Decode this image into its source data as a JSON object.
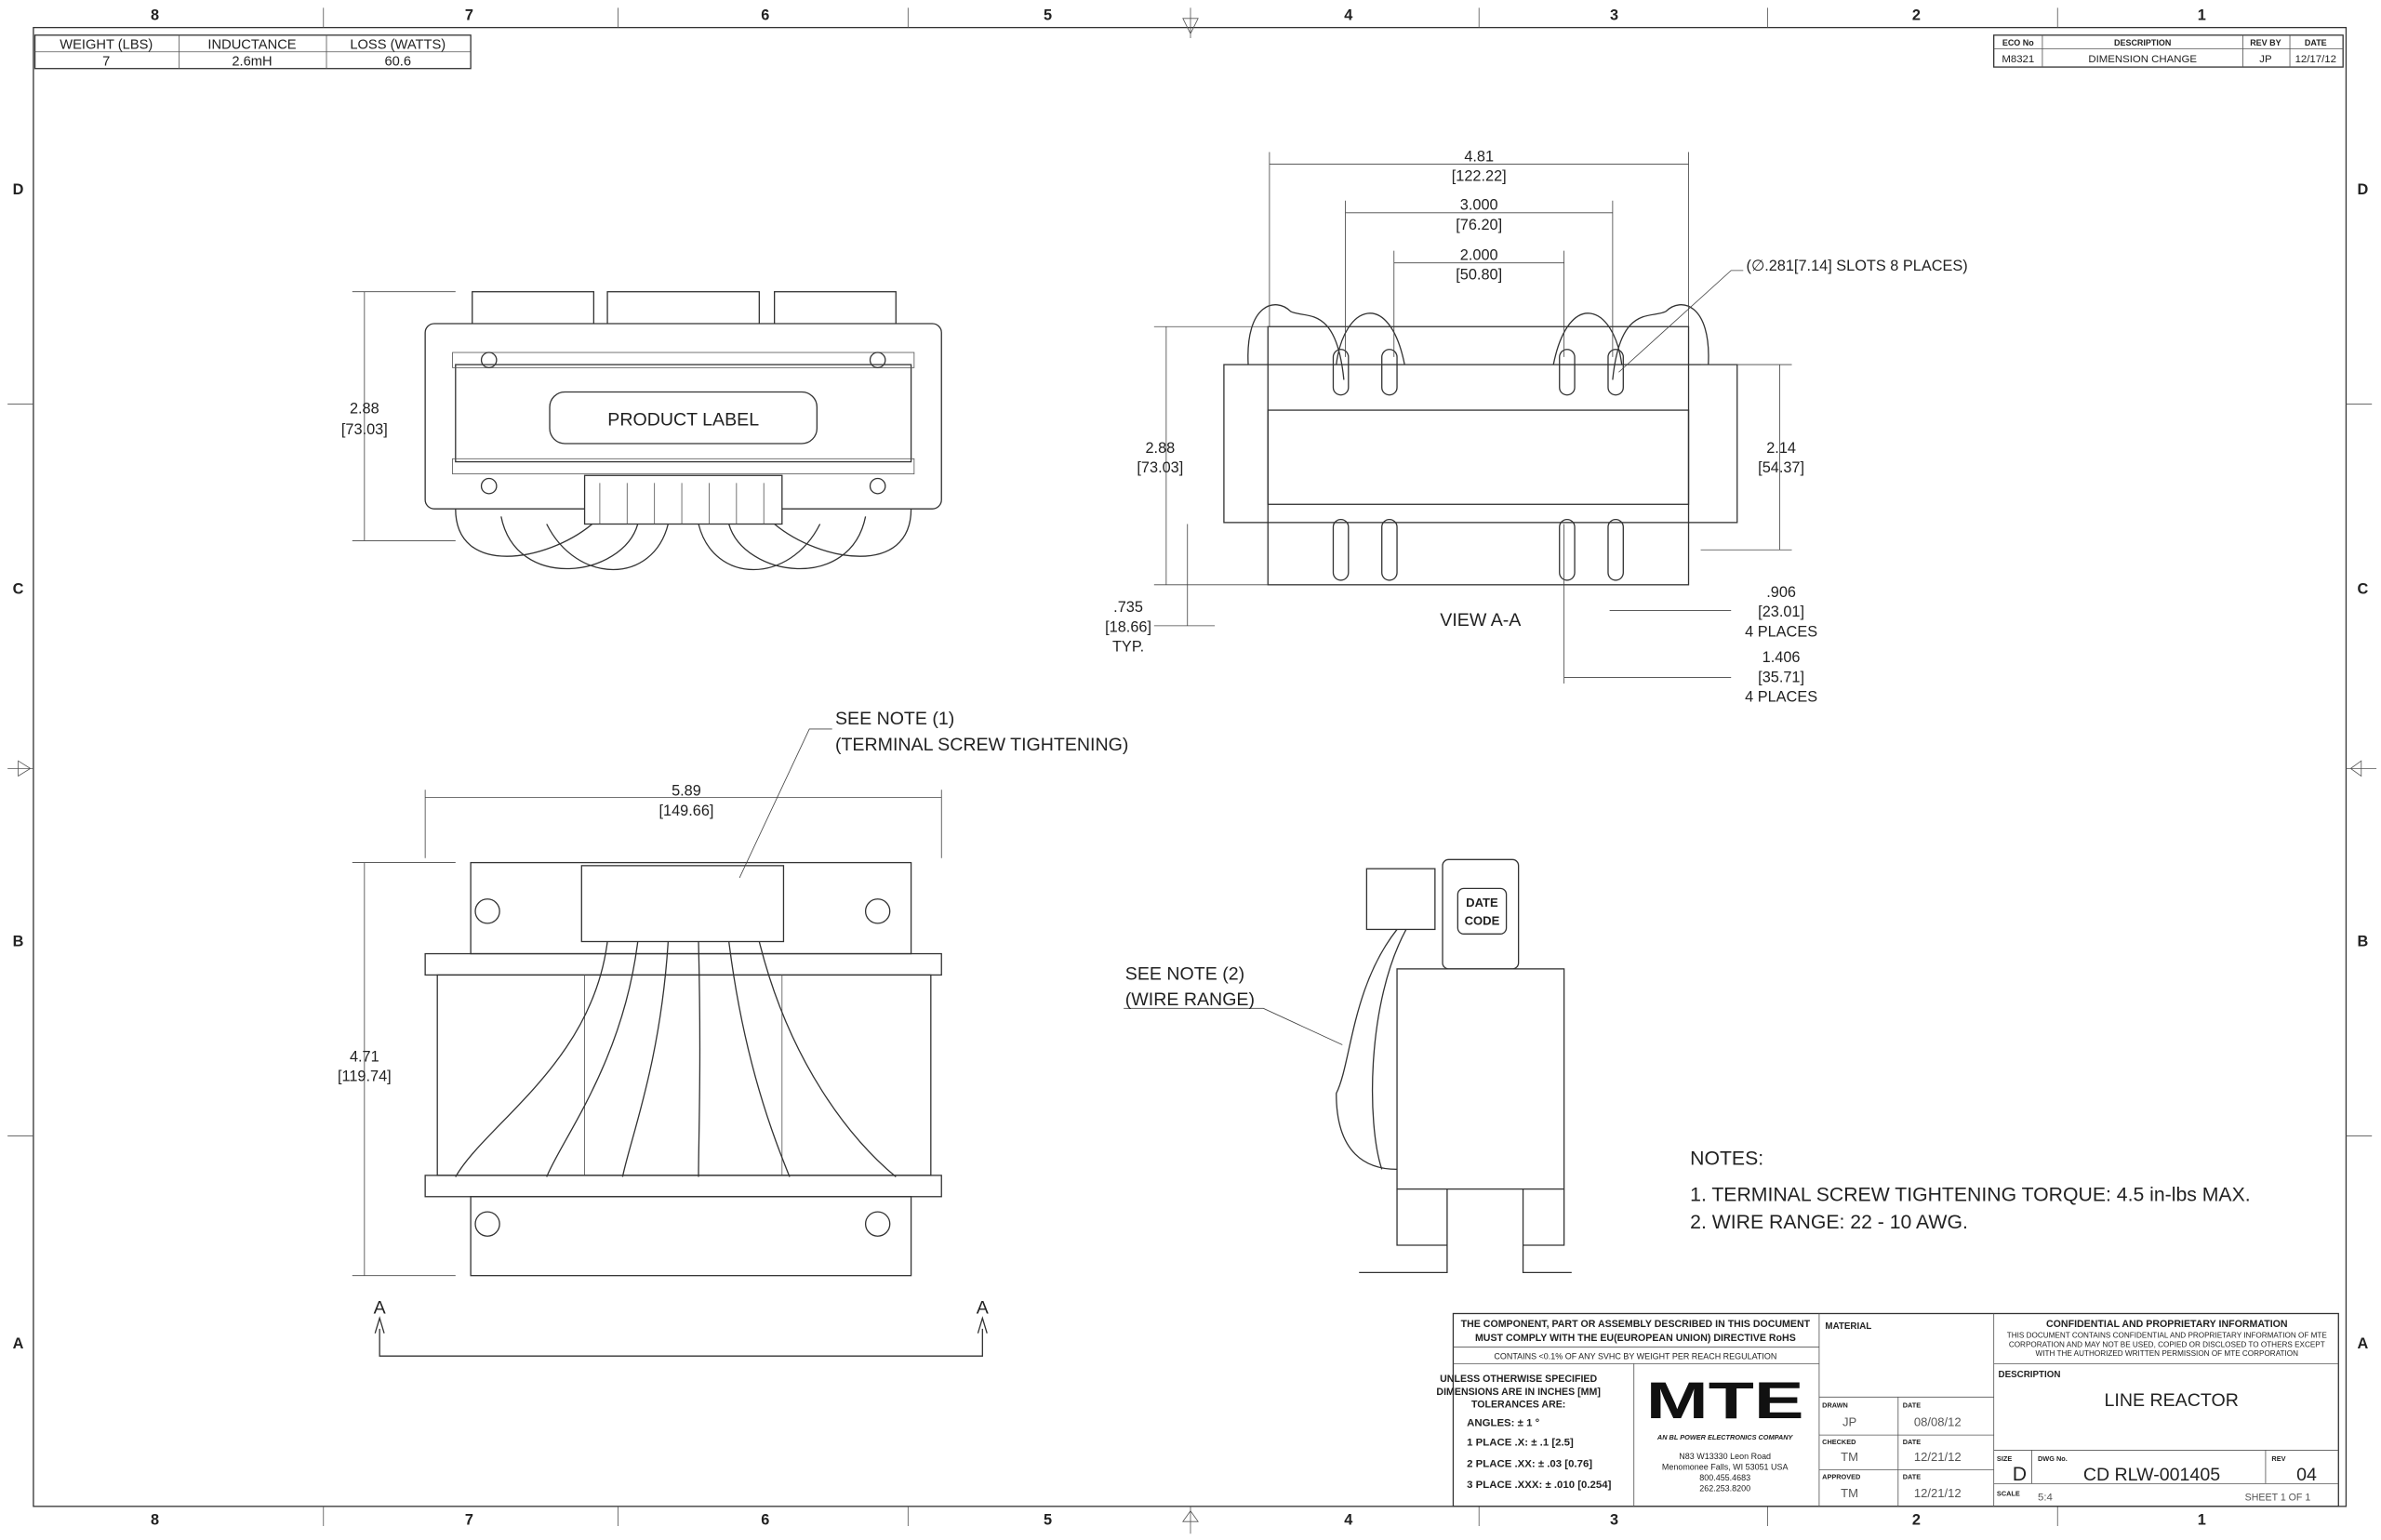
{
  "zones": {
    "cols": [
      "8",
      "7",
      "6",
      "5",
      "4",
      "3",
      "2",
      "1"
    ],
    "rows": [
      "D",
      "C",
      "B",
      "A"
    ]
  },
  "spec_table": {
    "headers": [
      "WEIGHT (LBS)",
      "INDUCTANCE",
      "LOSS (WATTS)"
    ],
    "values": [
      "7",
      "2.6mH",
      "60.6"
    ]
  },
  "revision_table": {
    "headers": [
      "ECO No",
      "DESCRIPTION",
      "REV BY",
      "DATE"
    ],
    "row": [
      "M8321",
      "DIMENSION CHANGE",
      "JP",
      "12/17/12"
    ]
  },
  "top_view": {
    "label": "PRODUCT LABEL",
    "height_in": "2.88",
    "height_mm": "[73.03]"
  },
  "view_aa": {
    "title": "VIEW A-A",
    "w1_in": "4.81",
    "w1_mm": "[122.22]",
    "w2_in": "3.000",
    "w2_mm": "[76.20]",
    "w3_in": "2.000",
    "w3_mm": "[50.80]",
    "slots": "(∅.281[7.14] SLOTS 8 PLACES)",
    "h_in": "2.88",
    "h_mm": "[73.03]",
    "h2_in": "2.14",
    "h2_mm": "[54.37]",
    "foot_in": ".735",
    "foot_mm": "[18.66]",
    "foot_note": "TYP.",
    "s1_in": ".906",
    "s1_mm": "[23.01]",
    "s1_note": "4 PLACES",
    "s2_in": "1.406",
    "s2_mm": "[35.71]",
    "s2_note": "4 PLACES"
  },
  "front_view": {
    "note1_a": "SEE NOTE (1)",
    "note1_b": "(TERMINAL SCREW TIGHTENING)",
    "w_in": "5.89",
    "w_mm": "[149.66]",
    "h_in": "4.71",
    "h_mm": "[119.74]",
    "section_label": "A"
  },
  "side_view": {
    "note2_a": "SEE NOTE (2)",
    "note2_b": "(WIRE RANGE)",
    "date_code_1": "DATE",
    "date_code_2": "CODE"
  },
  "notes": {
    "title": "NOTES:",
    "items": [
      "1.  TERMINAL SCREW TIGHTENING TORQUE: 4.5 in-lbs MAX.",
      "2.  WIRE RANGE: 22 - 10 AWG."
    ]
  },
  "title_block": {
    "rohs_1": "THE COMPONENT, PART OR ASSEMBLY DESCRIBED IN THIS DOCUMENT",
    "rohs_2": "MUST COMPLY WITH THE EU(EUROPEAN UNION) DIRECTIVE RoHS",
    "reach": "CONTAINS <0.1% OF ANY SVHC BY WEIGHT PER REACH REGULATION",
    "tol_1": "UNLESS OTHERWISE SPECIFIED",
    "tol_2": "DIMENSIONS ARE IN INCHES [MM]",
    "tol_3": "TOLERANCES ARE:",
    "angles": "ANGLES: ± 1 °",
    "place1": "1 PLACE .X: ± .1 [2.5]",
    "place2": "2 PLACE .XX: ± .03 [0.76]",
    "place3": "3 PLACE .XXX: ± .010 [0.254]",
    "logo": "MTE",
    "logo_sub": "AN BL POWER ELECTRONICS COMPANY",
    "address": [
      "N83 W13330 Leon Road",
      "Menomonee Falls, WI 53051 USA",
      "800.455.4683",
      "262.253.8200"
    ],
    "material_label": "MATERIAL",
    "drawn_label": "DRAWN",
    "drawn": "JP",
    "drawn_date": "08/08/12",
    "checked_label": "CHECKED",
    "checked": "TM",
    "checked_date": "12/21/12",
    "approved_label": "APPROVED",
    "approved": "TM",
    "approved_date": "12/21/12",
    "date_label": "DATE",
    "conf_title": "CONFIDENTIAL AND PROPRIETARY INFORMATION",
    "conf_text": [
      "THIS DOCUMENT CONTAINS CONFIDENTIAL AND PROPRIETARY INFORMATION OF MTE",
      "CORPORATION AND MAY NOT BE USED, COPIED OR DISCLOSED TO OTHERS EXCEPT",
      "WITH THE AUTHORIZED WRITTEN PERMISSION OF MTE CORPORATION"
    ],
    "description_label": "DESCRIPTION",
    "description": "LINE REACTOR",
    "size_label": "SIZE",
    "size": "D",
    "dwg_label": "DWG No.",
    "dwg_no": "CD RLW-001405",
    "rev_label": "REV",
    "rev": "04",
    "scale_label": "SCALE",
    "scale": "5:4",
    "sheet": "SHEET 1  OF 1"
  }
}
